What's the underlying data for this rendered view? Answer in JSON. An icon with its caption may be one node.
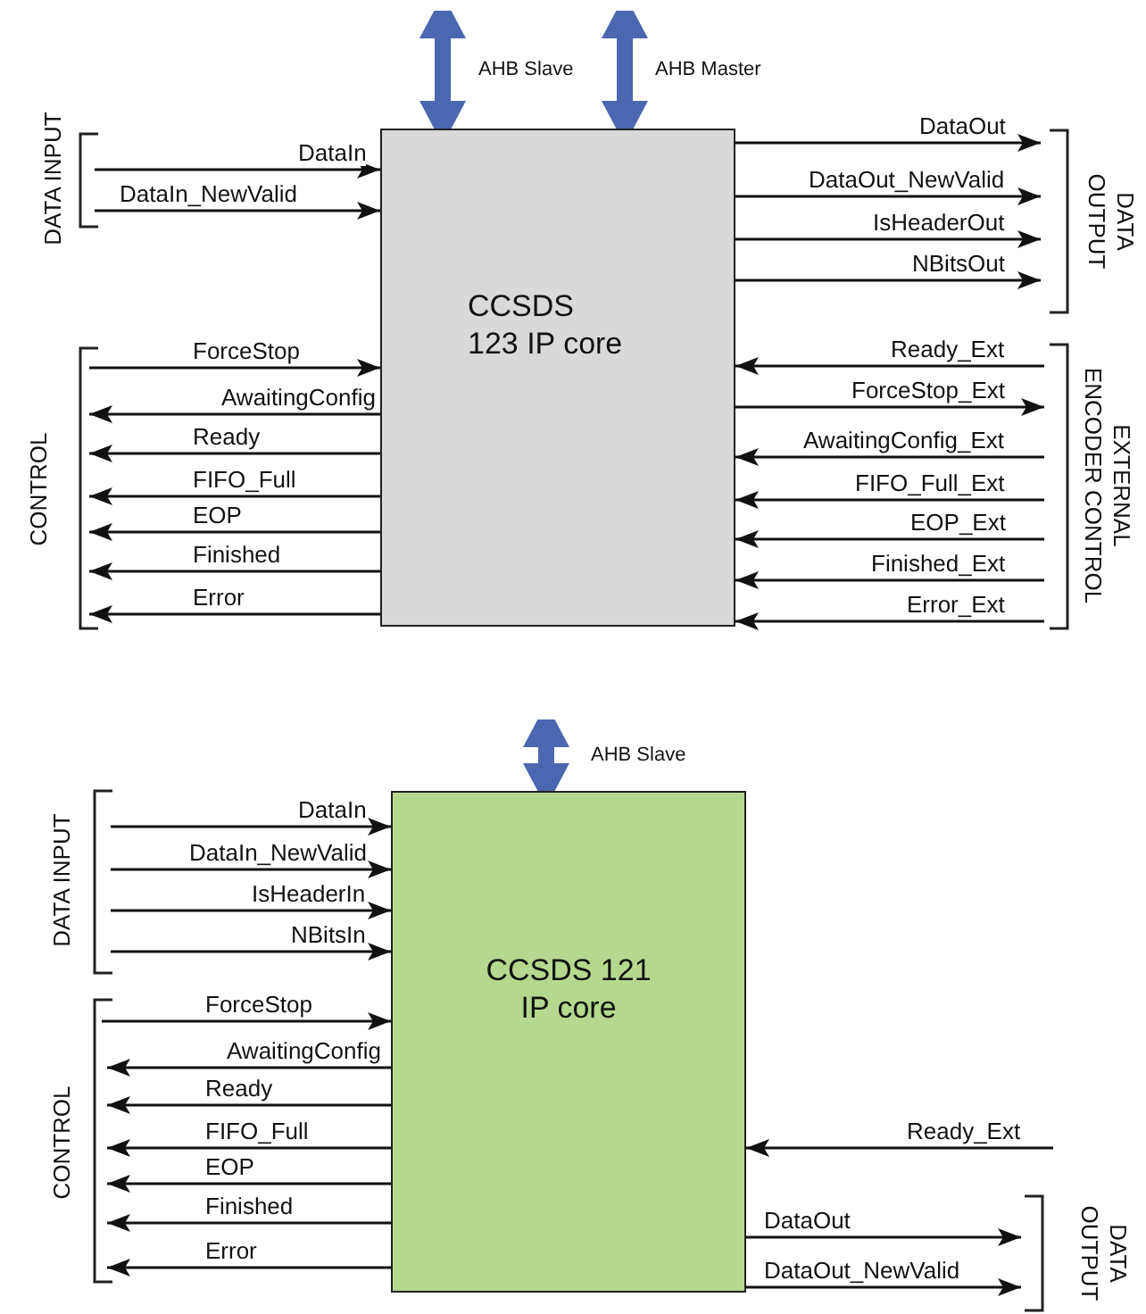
{
  "diagram": {
    "nodes": [
      {
        "text": [
          "CCSDS 123 IP core"
        ]
      },
      {
        "text": [
          "CCSDS 121 IP core"
        ]
      }
    ],
    "edges": [
      {
        "from": null,
        "to": 0,
        "arrow": "both",
        "label": "AHB Slave",
        "style": "thick",
        "color": "#4a67b0"
      },
      {
        "from": null,
        "to": 0,
        "arrow": "both",
        "label": "AHB Master",
        "style": "thick",
        "color": "#4a67b0"
      },
      {
        "from": null,
        "to": 0,
        "arrow": "to",
        "label": "DataIn"
      },
      {
        "from": null,
        "to": 0,
        "arrow": "to",
        "label": "DataIn_NewValid"
      },
      {
        "from": 0,
        "to": null,
        "arrow": "to",
        "label": "DataOut"
      },
      {
        "from": 0,
        "to": null,
        "arrow": "to",
        "label": "DataOut_NewValid"
      },
      {
        "from": 0,
        "to": null,
        "arrow": "to",
        "label": "IsHeaderOut"
      },
      {
        "from": 0,
        "to": null,
        "arrow": "to",
        "label": "NBitsOut"
      },
      {
        "from": null,
        "to": 0,
        "arrow": "to",
        "label": "ForceStop"
      },
      {
        "from": 0,
        "to": null,
        "arrow": "to",
        "label": "AwaitingConfig"
      },
      {
        "from": 0,
        "to": null,
        "arrow": "to",
        "label": "Ready"
      },
      {
        "from": 0,
        "to": null,
        "arrow": "to",
        "label": "FIFO_Full"
      },
      {
        "from": 0,
        "to": null,
        "arrow": "to",
        "label": "EOP"
      },
      {
        "from": 0,
        "to": null,
        "arrow": "to",
        "label": "Finished"
      },
      {
        "from": 0,
        "to": null,
        "arrow": "to",
        "label": "Error"
      },
      {
        "from": null,
        "to": 0,
        "arrow": "to",
        "label": "Ready_Ext"
      },
      {
        "from": 0,
        "to": null,
        "arrow": "to",
        "label": "ForceStop_Ext"
      },
      {
        "from": null,
        "to": 0,
        "arrow": "to",
        "label": "AwaitingConfig_Ext"
      },
      {
        "from": null,
        "to": 0,
        "arrow": "to",
        "label": "FIFO_Full_Ext"
      },
      {
        "from": null,
        "to": 0,
        "arrow": "to",
        "label": "EOP_Ext"
      },
      {
        "from": null,
        "to": 0,
        "arrow": "to",
        "label": "Finished_Ext"
      },
      {
        "from": null,
        "to": 0,
        "arrow": "to",
        "label": "Error_Ext"
      },
      {
        "from": null,
        "to": 1,
        "arrow": "both",
        "label": "AHB Slave",
        "style": "thick",
        "color": "#4a67b0"
      },
      {
        "from": null,
        "to": 1,
        "arrow": "to",
        "label": "DataIn"
      },
      {
        "from": null,
        "to": 1,
        "arrow": "to",
        "label": "DataIn_NewValid"
      },
      {
        "from": null,
        "to": 1,
        "arrow": "to",
        "label": "IsHeaderIn"
      },
      {
        "from": null,
        "to": 1,
        "arrow": "to",
        "label": "NBitsIn"
      },
      {
        "from": null,
        "to": 1,
        "arrow": "to",
        "label": "ForceStop"
      },
      {
        "from": 1,
        "to": null,
        "arrow": "to",
        "label": "AwaitingConfig"
      },
      {
        "from": 1,
        "to": null,
        "arrow": "to",
        "label": "Ready"
      },
      {
        "from": 1,
        "to": null,
        "arrow": "to",
        "label": "FIFO_Full"
      },
      {
        "from": 1,
        "to": null,
        "arrow": "to",
        "label": "EOP"
      },
      {
        "from": 1,
        "to": null,
        "arrow": "to",
        "label": "Finished"
      },
      {
        "from": 1,
        "to": null,
        "arrow": "to",
        "label": "Error"
      },
      {
        "from": null,
        "to": 1,
        "arrow": "to",
        "label": "Ready_Ext"
      },
      {
        "from": 1,
        "to": null,
        "arrow": "to",
        "label": "DataOut"
      },
      {
        "from": 1,
        "to": null,
        "arrow": "to",
        "label": "DataOut_NewValid"
      }
    ],
    "labels": [
      "DATA INPUT",
      "DATA OUTPUT",
      "CONTROL",
      "EXTERNAL ENCODER CONTROL",
      "DATA INPUT",
      "CONTROL",
      "DATA OUTPUT"
    ]
  }
}
